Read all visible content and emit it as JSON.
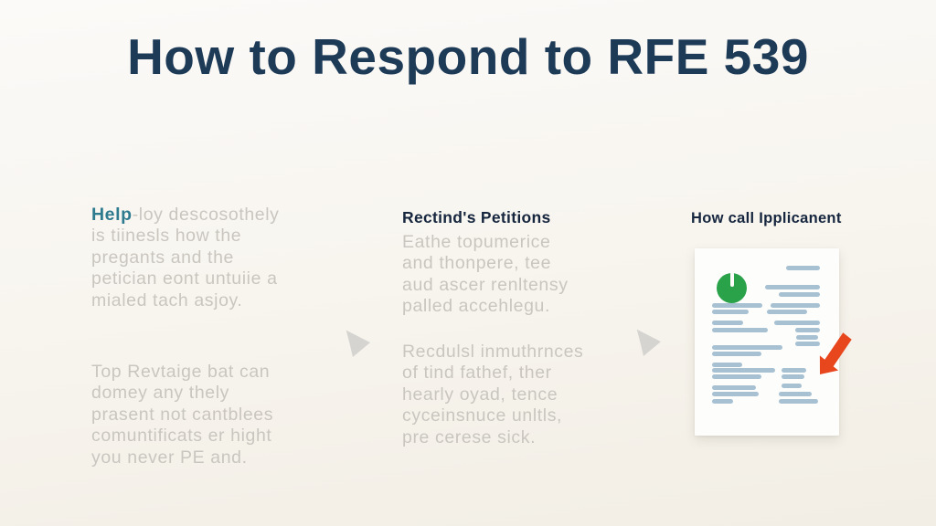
{
  "title": "How to Respond to RFE 539",
  "left_column": {
    "lead_word": "Help",
    "lead_rest": "-loy descosothely",
    "block1_lines": [
      "is tiinesls how the",
      "pregants and the",
      "petician eont untuiie a",
      "mialed tach asjoy."
    ],
    "block2_lines": [
      "Top Revtaige bat can",
      "domey any thely",
      "prasent not cantblees",
      "comuntificats er hight",
      "you never PE and."
    ]
  },
  "middle_column": {
    "heading": "Rectind's Petitions",
    "block1_lines": [
      "Eathe topumerice",
      "and thonpere, tee",
      "aud ascer renltensy",
      "palled accehlegu."
    ],
    "block2_lines": [
      "Recdulsl inmuthrnces",
      "of tind fathef, ther",
      "hearly oyad, tence",
      "cyceinsnuce unltls,",
      "pre cerese sick."
    ]
  },
  "right_column": {
    "heading": "How call Ipplicanent"
  },
  "icons": {
    "flow_arrow": "right-pointing gray arrow",
    "pie_chart": "green pie-chart badge",
    "highlight_arrow": "red arrow pointing down-left"
  },
  "colors": {
    "title_navy": "#1d3a57",
    "heading_navy": "#16263e",
    "body_gray": "#c9c6c0",
    "accent_teal": "#2e7a8f",
    "doc_line_blue": "#a7c1d3",
    "pie_green": "#2aa24a",
    "arrow_red": "#e8471d",
    "flow_arrow_gray": "#d6d4d0"
  },
  "illustration": {
    "document_lines": [
      [
        63.3,
        9.3,
        23.4
      ],
      [
        48.7,
        19.6,
        38.0
      ],
      [
        58.2,
        23.2,
        28.5
      ],
      [
        12.0,
        29.4,
        34.8
      ],
      [
        52.5,
        29.4,
        34.2
      ],
      [
        12.0,
        32.8,
        25.3
      ],
      [
        50.0,
        32.8,
        27.8
      ],
      [
        12.0,
        38.7,
        21.5
      ],
      [
        55.1,
        38.7,
        31.6
      ],
      [
        12.0,
        42.6,
        38.6
      ],
      [
        69.6,
        42.6,
        17.1
      ],
      [
        70.3,
        46.3,
        15.2
      ],
      [
        69.6,
        49.8,
        17.1
      ],
      [
        12.0,
        51.5,
        48.7
      ],
      [
        12.0,
        54.9,
        34.2
      ],
      [
        12.0,
        60.8,
        20.9
      ],
      [
        12.0,
        63.9,
        43.7
      ],
      [
        60.1,
        63.9,
        17.1
      ],
      [
        12.0,
        67.2,
        34.2
      ],
      [
        60.1,
        67.2,
        15.8
      ],
      [
        60.1,
        72.1,
        13.9
      ],
      [
        12.0,
        73.2,
        30.4
      ],
      [
        12.0,
        76.5,
        32.3
      ],
      [
        58.2,
        76.5,
        22.8
      ],
      [
        12.0,
        80.4,
        14.6
      ],
      [
        58.2,
        80.4,
        27.2
      ]
    ]
  }
}
